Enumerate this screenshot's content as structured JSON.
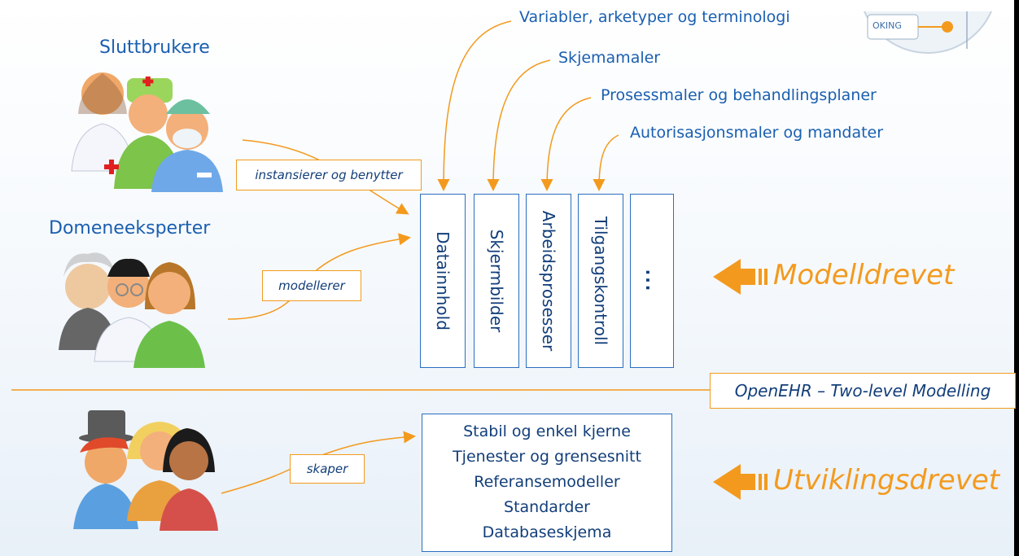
{
  "groups": {
    "end_users": "Sluttbrukere",
    "domain_experts": "Domeneeksperter"
  },
  "tags": {
    "instantiate": "instansierer og benytter",
    "model": "modellerer",
    "create": "skaper"
  },
  "categories": [
    "Variabler,  arketyper og terminologi",
    "Skjemamaler",
    "Prosessmaler og behandlingsplaner",
    "Autorisasjonsmaler og mandater"
  ],
  "modules": [
    "Datainnhold",
    "Skjermbilder",
    "Arbeidsprosesser",
    "Tilgangskontroll",
    "..."
  ],
  "core": [
    "Stabil og enkel kjerne",
    "Tjenester og grensesnitt",
    "Referansemodeller",
    "Standarder",
    "Databaseskjema"
  ],
  "labels": {
    "model_driven": "Modelldrevet",
    "dev_driven": "Utviklingsdrevet",
    "banner": "OpenEHR – Two-level Modelling",
    "corner_badge": "OKING"
  },
  "colors": {
    "accent": "#f39a1e",
    "primary": "#1a5fb0",
    "text": "#123e7a"
  }
}
